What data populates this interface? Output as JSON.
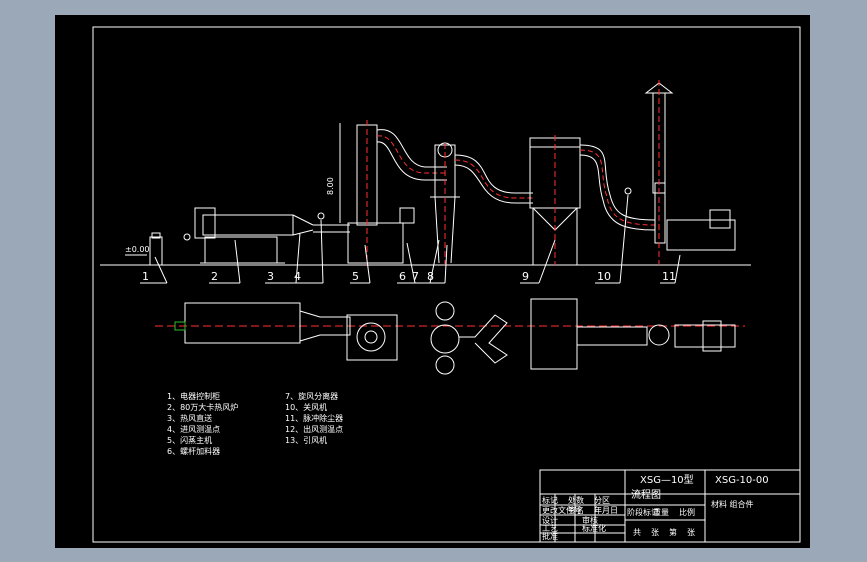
{
  "drawing": {
    "elevation_mark": "±0.00",
    "height_mark": "8.00",
    "part_labels": [
      "1",
      "2",
      "3",
      "4",
      "5",
      "6",
      "7",
      "8",
      "9",
      "10",
      "11"
    ],
    "legend_left": [
      "1、电器控制柜",
      "2、80万大卡热风炉",
      "3、热风直送",
      "4、进风测温点",
      "5、闪蒸主机",
      "6、螺杆加料器"
    ],
    "legend_right": [
      "7、旋风分离器",
      "10、关风机",
      "11、脉冲除尘器",
      "12、出风测温点",
      "13、引风机"
    ],
    "title_block": {
      "model": "XSG—10型",
      "title": "流程图",
      "code": "XSG-10-00",
      "material": "材料  组合件",
      "row_labels": [
        "标记",
        "处数",
        "分区",
        "更改文件号",
        "签名",
        "年月日"
      ],
      "stage_labels": [
        "阶段标记",
        "重量",
        "比例"
      ],
      "bottom_labels": [
        "共",
        "张",
        "第",
        "张"
      ],
      "role_labels": [
        "设计",
        "审核",
        "工艺",
        "标准化",
        "批准"
      ]
    }
  },
  "colors": {
    "background": "#9aa8b8",
    "sheet": "#000000",
    "line": "#ffffff",
    "centerline": "#ff3030",
    "accent": "#30c030"
  }
}
